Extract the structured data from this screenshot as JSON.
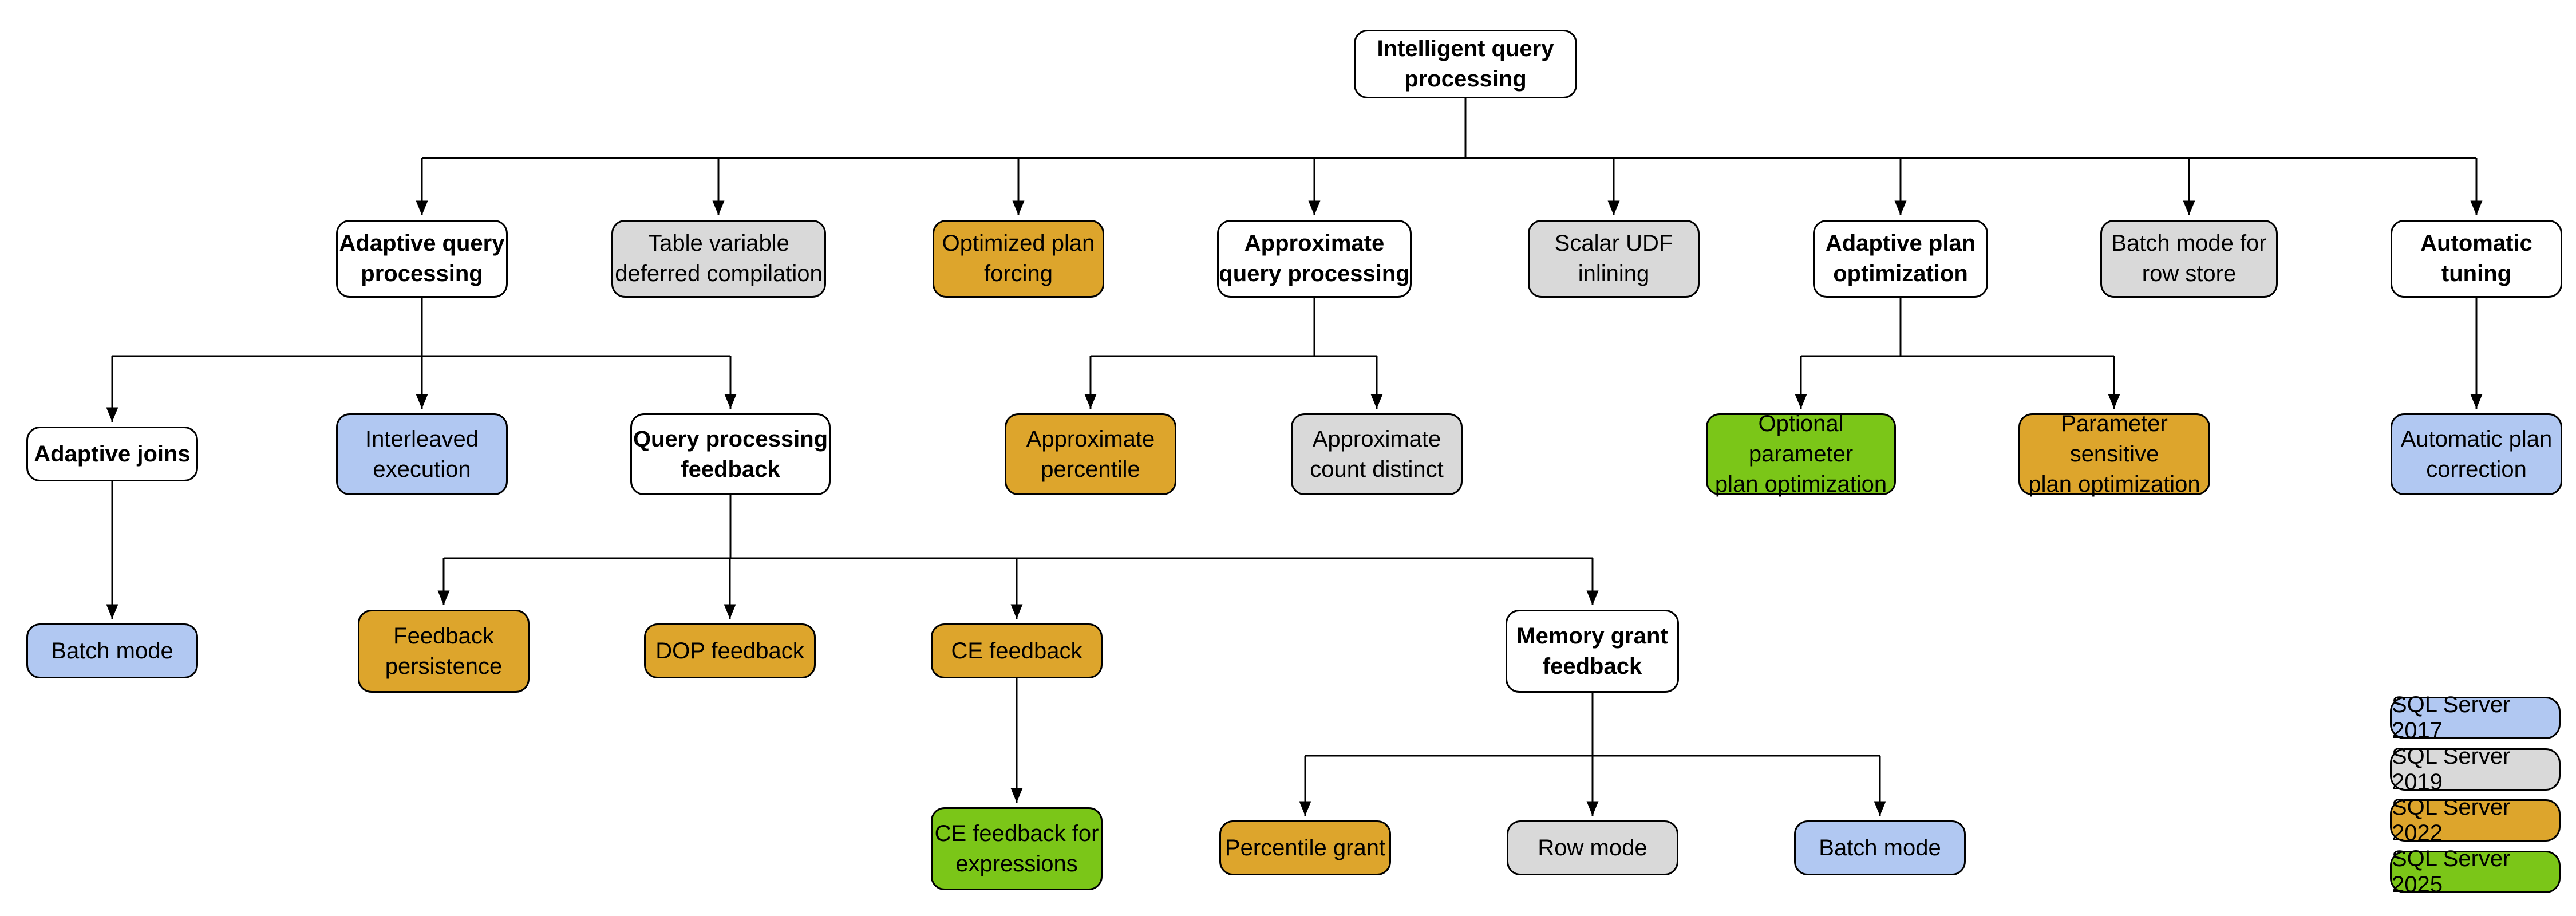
{
  "palette": {
    "white": "#ffffff",
    "gray": "#d9d9d9",
    "gold": "#dda52c",
    "blue": "#b1c8f2",
    "green": "#7bc618",
    "border": "#000000"
  },
  "nodes": {
    "root": {
      "label": "Intelligent query\nprocessing",
      "color": "white"
    },
    "adaptive_query_processing": {
      "label": "Adaptive query\nprocessing",
      "color": "white"
    },
    "table_variable_deferred_compilation": {
      "label": "Table variable\ndeferred compilation",
      "color": "gray"
    },
    "optimized_plan_forcing": {
      "label": "Optimized plan\nforcing",
      "color": "gold"
    },
    "approximate_query_processing": {
      "label": "Approximate\nquery processing",
      "color": "white"
    },
    "scalar_udf_inlining": {
      "label": "Scalar UDF\ninlining",
      "color": "gray"
    },
    "adaptive_plan_optimization": {
      "label": "Adaptive plan\noptimization",
      "color": "white"
    },
    "batch_mode_for_row_store": {
      "label": "Batch mode for\nrow store",
      "color": "gray"
    },
    "automatic_tuning": {
      "label": "Automatic\ntuning",
      "color": "white"
    },
    "adaptive_joins": {
      "label": "Adaptive joins",
      "color": "white"
    },
    "interleaved_execution": {
      "label": "Interleaved\nexecution",
      "color": "blue"
    },
    "query_processing_feedback": {
      "label": "Query processing\nfeedback",
      "color": "white"
    },
    "approximate_percentile": {
      "label": "Approximate\npercentile",
      "color": "gold"
    },
    "approximate_count_distinct": {
      "label": "Approximate\ncount distinct",
      "color": "gray"
    },
    "optional_parameter_plan_optimization": {
      "label": "Optional parameter\nplan optimization",
      "color": "green"
    },
    "parameter_sensitive_plan_optimization": {
      "label": "Parameter sensitive\nplan optimization",
      "color": "gold"
    },
    "automatic_plan_correction": {
      "label": "Automatic plan\ncorrection",
      "color": "blue"
    },
    "batch_mode_adaptive_joins": {
      "label": "Batch mode",
      "color": "blue"
    },
    "feedback_persistence": {
      "label": "Feedback\npersistence",
      "color": "gold"
    },
    "dop_feedback": {
      "label": "DOP feedback",
      "color": "gold"
    },
    "ce_feedback": {
      "label": "CE feedback",
      "color": "gold"
    },
    "memory_grant_feedback": {
      "label": "Memory grant\nfeedback",
      "color": "white"
    },
    "ce_feedback_for_expressions": {
      "label": "CE feedback for\nexpressions",
      "color": "green"
    },
    "percentile_grant": {
      "label": "Percentile grant",
      "color": "gold"
    },
    "row_mode": {
      "label": "Row mode",
      "color": "gray"
    },
    "batch_mode_memory_grant": {
      "label": "Batch mode",
      "color": "blue"
    }
  },
  "legend": [
    {
      "label": "SQL Server 2017",
      "color": "blue"
    },
    {
      "label": "SQL Server 2019",
      "color": "gray"
    },
    {
      "label": "SQL Server 2022",
      "color": "gold"
    },
    {
      "label": "SQL Server 2025",
      "color": "green"
    }
  ]
}
